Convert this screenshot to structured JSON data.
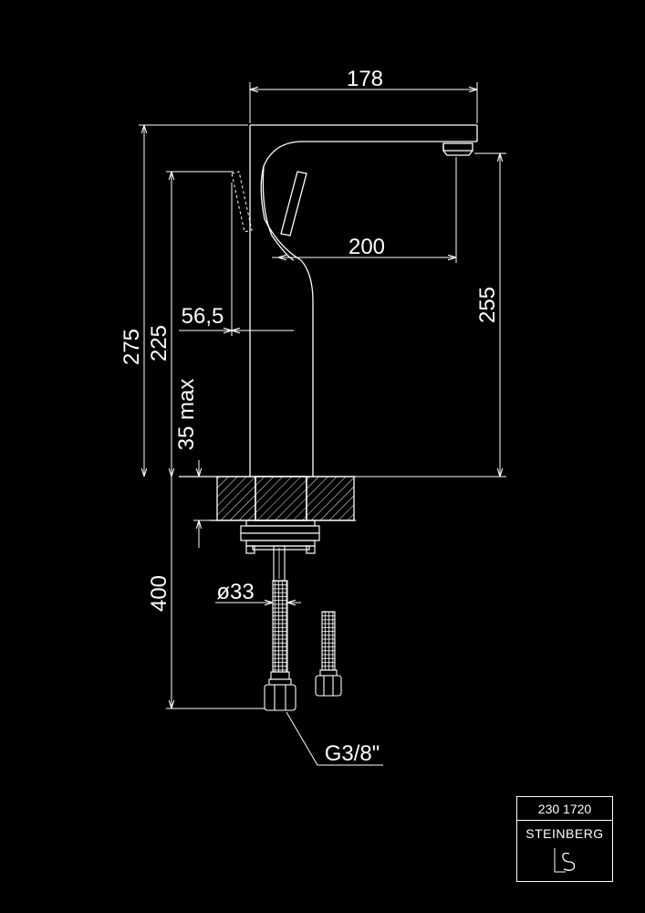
{
  "dimensions": {
    "width_top": "178",
    "spout_reach": "200",
    "spout_height": "255",
    "total_height": "275",
    "lever_height": "225",
    "lever_offset": "56,5",
    "deck_thickness": "35 max",
    "hose_length": "400",
    "hole_diameter": "ø33",
    "connection_thread": "G3/8\""
  },
  "title_block": {
    "product_code": "230 1720",
    "brand": "STEINBERG",
    "logo_icon": "steinberg-logo-icon"
  },
  "colors": {
    "background": "#000000",
    "line": "#ffffff"
  }
}
